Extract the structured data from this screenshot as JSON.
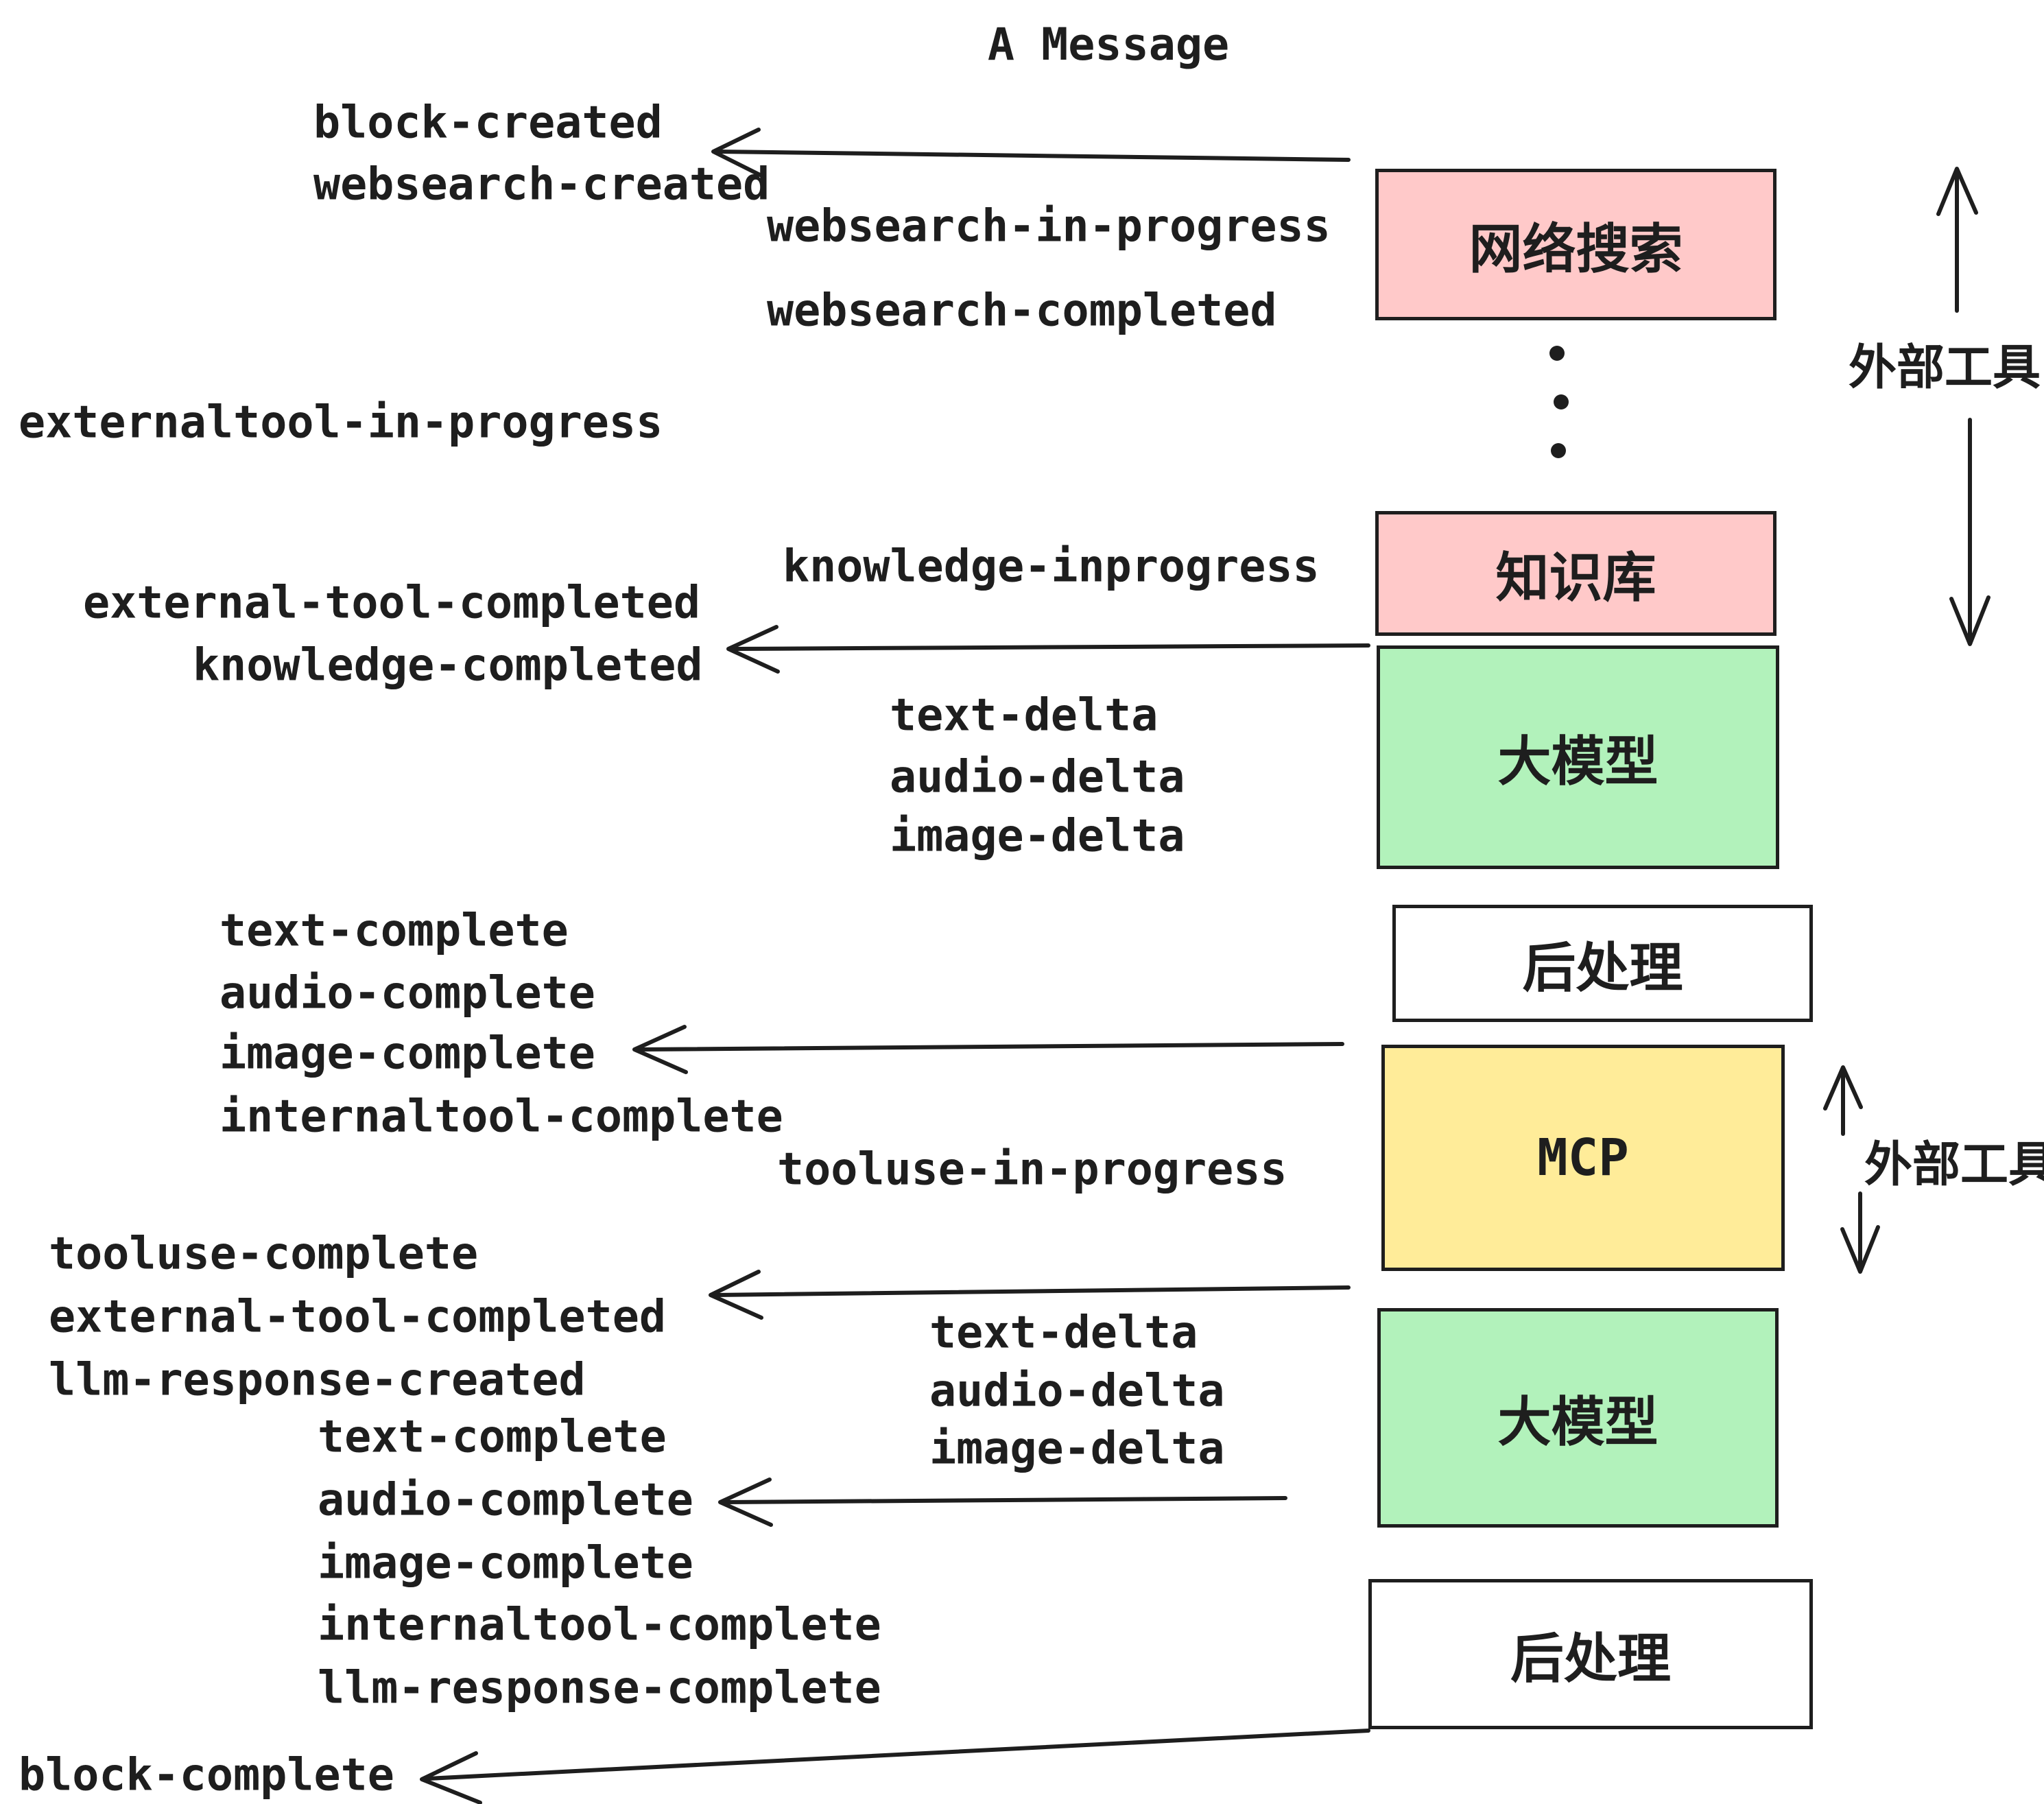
{
  "title": "A Message",
  "colors": {
    "box_pink": "#ffc9c9",
    "box_green": "#b2f2bb",
    "box_yellow": "#ffec99",
    "box_white": "#ffffff",
    "stroke": "#1e1e1e"
  },
  "boxes": [
    {
      "label": "网络搜索",
      "fill": "pink"
    },
    {
      "label": "知识库",
      "fill": "pink"
    },
    {
      "label": "大模型",
      "fill": "green"
    },
    {
      "label": "后处理",
      "fill": "white"
    },
    {
      "label": "MCP",
      "fill": "yellow"
    },
    {
      "label": "大模型",
      "fill": "green"
    },
    {
      "label": "后处理",
      "fill": "white"
    }
  ],
  "annotations": {
    "external_tools_top": "外部工具",
    "external_tools_bottom": "外部工具"
  },
  "events": {
    "block_created": "block-created",
    "websearch_created": "websearch-created",
    "websearch_in_progress": "websearch-in-progress",
    "websearch_completed": "websearch-completed",
    "externaltool_in_progress": "externaltool-in-progress",
    "knowledge_inprogress": "knowledge-inprogress",
    "external_tool_completed": "external-tool-completed",
    "knowledge_completed": "knowledge-completed",
    "text_delta": "text-delta",
    "audio_delta": "audio-delta",
    "image_delta": "image-delta",
    "text_complete": "text-complete",
    "audio_complete": "audio-complete",
    "image_complete": "image-complete",
    "internaltool_complete": "internaltool-complete",
    "tooluse_in_progress": "tooluse-in-progress",
    "tooluse_complete": "tooluse-complete",
    "llm_response_created": "llm-response-created",
    "llm_response_complete": "llm-response-complete",
    "block_complete": "block-complete"
  }
}
